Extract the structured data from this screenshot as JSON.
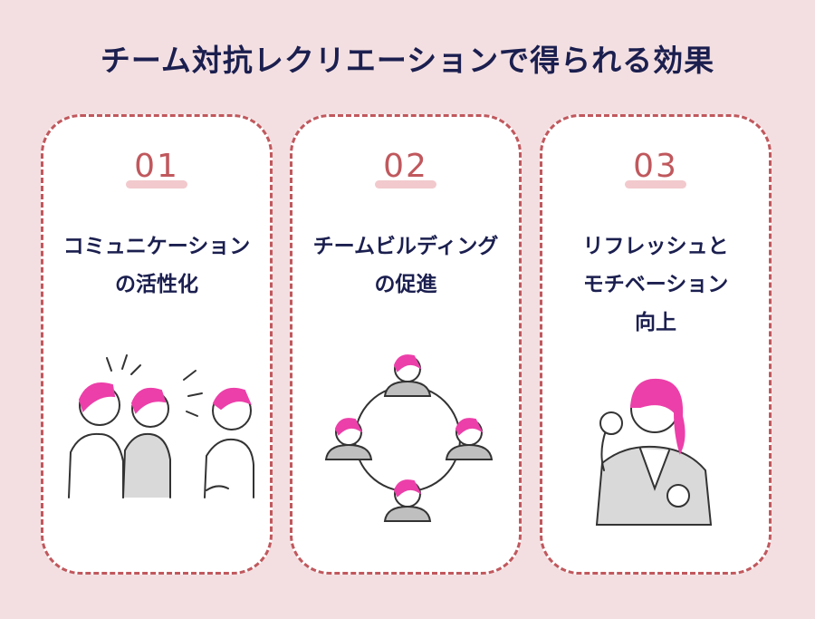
{
  "title": "チーム対抗レクリエーションで得られる効果",
  "cards": [
    {
      "number": "01",
      "heading_line1": "コミュニケーション",
      "heading_line2": "の活性化",
      "illustration": "group-talking-people"
    },
    {
      "number": "02",
      "heading_line1": "チームビルディング",
      "heading_line2": "の促進",
      "illustration": "team-network-circle"
    },
    {
      "number": "03",
      "heading_line1": "リフレッシュと",
      "heading_line2": "モチベーション",
      "heading_line3": "向上",
      "illustration": "motivated-woman-fist"
    }
  ],
  "colors": {
    "background": "#f3dfe1",
    "accent": "#c0585d",
    "text": "#1b1f4f",
    "hair": "#ec3fa9"
  }
}
